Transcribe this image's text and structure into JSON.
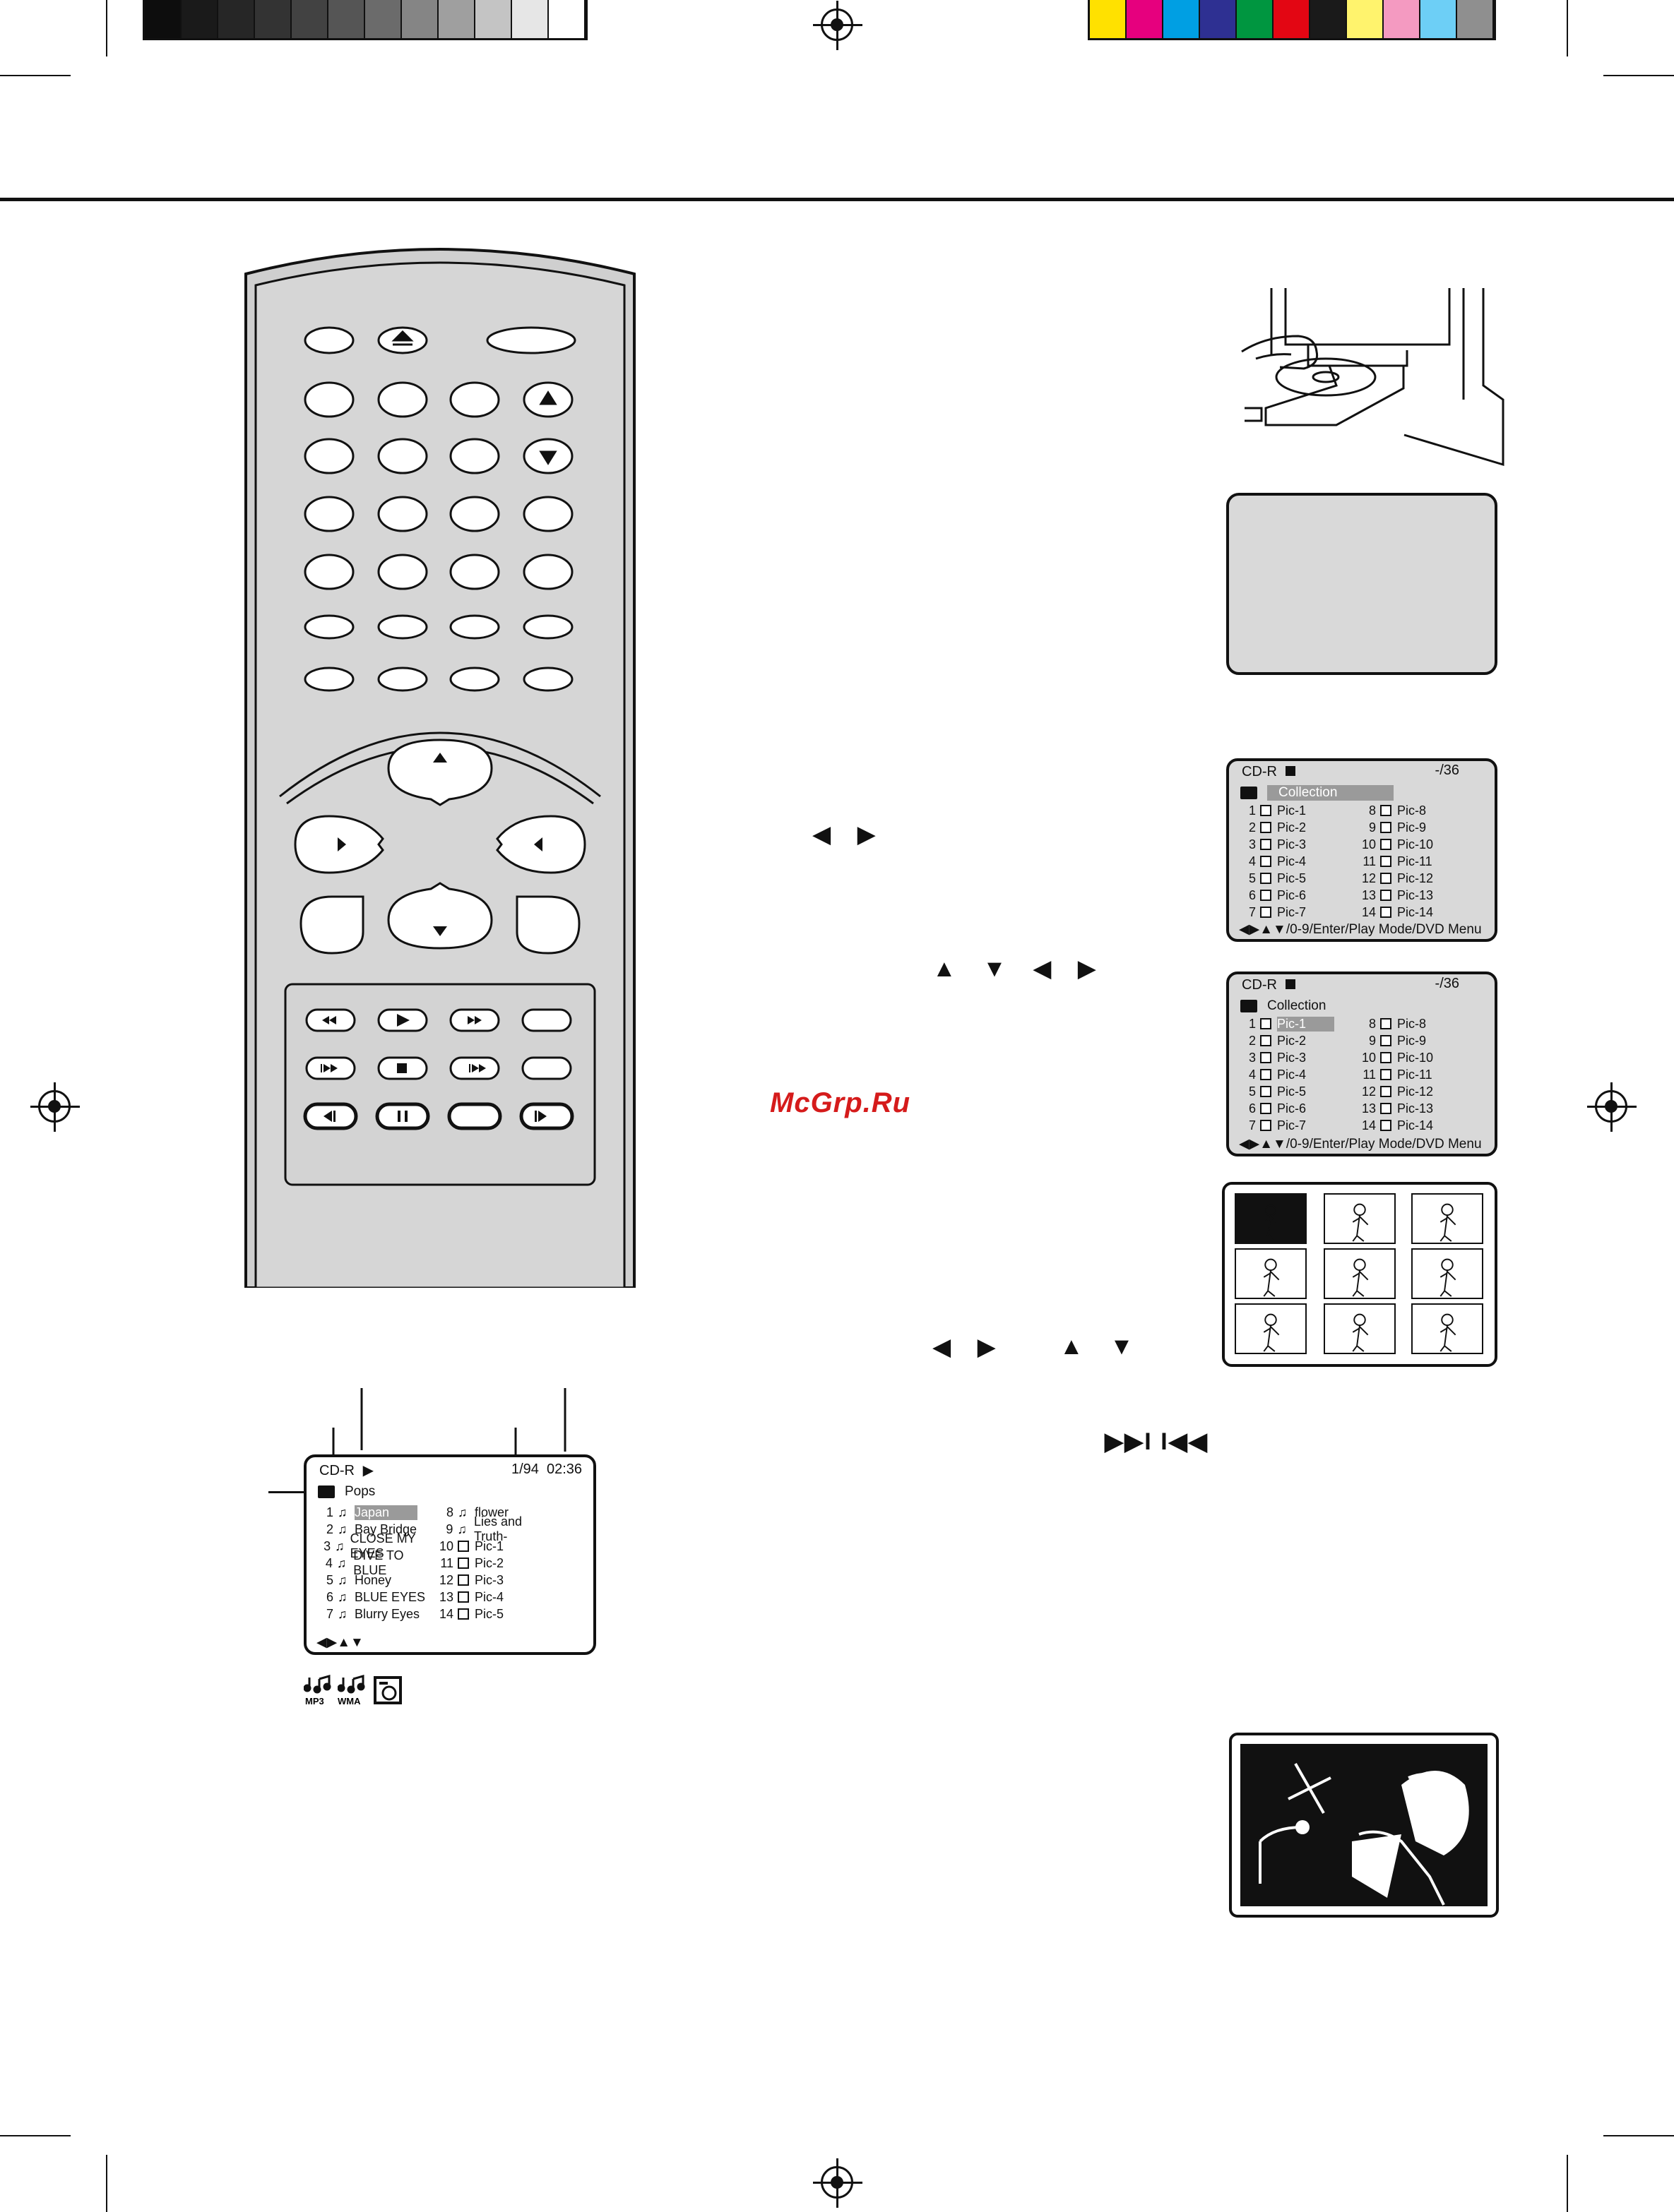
{
  "watermark": "McGrp.Ru",
  "colors": {
    "gray_bars": [
      "#0d0d0d",
      "#1a1a1a",
      "#262626",
      "#333333",
      "#424242",
      "#555555",
      "#6b6b6b",
      "#858585",
      "#9f9f9f",
      "#c4c4c4",
      "#e6e6e6",
      "#ffffff"
    ],
    "color_bars": [
      "#ffe100",
      "#e6007e",
      "#009fe3",
      "#2e3092",
      "#009640",
      "#e30613",
      "#1a1a1a",
      "#fff36d",
      "#f49ac1",
      "#6dcff6",
      "#8f8f8f"
    ],
    "screen_bg": "#d9d9d9",
    "highlight": "#9a9a9a",
    "watermark": "#d51b1b"
  },
  "screen_a": {
    "source": "CD-R",
    "count": "-/36",
    "folder": "Collection",
    "footer": "◀▶▲▼/0-9/Enter/Play Mode/DVD Menu",
    "left": [
      {
        "n": "1",
        "name": "Pic-1"
      },
      {
        "n": "2",
        "name": "Pic-2"
      },
      {
        "n": "3",
        "name": "Pic-3"
      },
      {
        "n": "4",
        "name": "Pic-4"
      },
      {
        "n": "5",
        "name": "Pic-5"
      },
      {
        "n": "6",
        "name": "Pic-6"
      },
      {
        "n": "7",
        "name": "Pic-7"
      }
    ],
    "right": [
      {
        "n": "8",
        "name": "Pic-8"
      },
      {
        "n": "9",
        "name": "Pic-9"
      },
      {
        "n": "10",
        "name": "Pic-10"
      },
      {
        "n": "11",
        "name": "Pic-11"
      },
      {
        "n": "12",
        "name": "Pic-12"
      },
      {
        "n": "13",
        "name": "Pic-13"
      },
      {
        "n": "14",
        "name": "Pic-14"
      }
    ]
  },
  "screen_b": {
    "source": "CD-R",
    "count": "-/36",
    "folder": "Collection",
    "footer": "◀▶▲▼/0-9/Enter/Play Mode/DVD Menu",
    "left": [
      {
        "n": "1",
        "name": "Pic-1"
      },
      {
        "n": "2",
        "name": "Pic-2"
      },
      {
        "n": "3",
        "name": "Pic-3"
      },
      {
        "n": "4",
        "name": "Pic-4"
      },
      {
        "n": "5",
        "name": "Pic-5"
      },
      {
        "n": "6",
        "name": "Pic-6"
      },
      {
        "n": "7",
        "name": "Pic-7"
      }
    ],
    "right": [
      {
        "n": "8",
        "name": "Pic-8"
      },
      {
        "n": "9",
        "name": "Pic-9"
      },
      {
        "n": "10",
        "name": "Pic-10"
      },
      {
        "n": "11",
        "name": "Pic-11"
      },
      {
        "n": "12",
        "name": "Pic-12"
      },
      {
        "n": "13",
        "name": "Pic-13"
      },
      {
        "n": "14",
        "name": "Pic-14"
      }
    ]
  },
  "screen_c": {
    "source": "CD-R",
    "play_icon": "▶",
    "track": "1/94",
    "time": "02:36",
    "folder": "Pops",
    "footer": "◀▶▲▼",
    "left": [
      {
        "n": "1",
        "name": "Japan",
        "icon": "mp3-icon"
      },
      {
        "n": "2",
        "name": "Bay Bridge",
        "icon": "mp3-icon"
      },
      {
        "n": "3",
        "name": "CLOSE MY EYES",
        "icon": "mp3-icon"
      },
      {
        "n": "4",
        "name": "DIVE TO BLUE",
        "icon": "mp3-icon"
      },
      {
        "n": "5",
        "name": "Honey",
        "icon": "mp3-icon"
      },
      {
        "n": "6",
        "name": "BLUE EYES",
        "icon": "wma-icon"
      },
      {
        "n": "7",
        "name": "Blurry Eyes",
        "icon": "wma-icon"
      }
    ],
    "right": [
      {
        "n": "8",
        "name": "flower",
        "icon": "mp3-icon"
      },
      {
        "n": "9",
        "name": "Lies and Truth-",
        "icon": "mp3-icon"
      },
      {
        "n": "10",
        "name": "Pic-1",
        "icon": "jpeg-icon"
      },
      {
        "n": "11",
        "name": "Pic-2",
        "icon": "jpeg-icon"
      },
      {
        "n": "12",
        "name": "Pic-3",
        "icon": "jpeg-icon"
      },
      {
        "n": "13",
        "name": "Pic-4",
        "icon": "jpeg-icon"
      },
      {
        "n": "14",
        "name": "Pic-5",
        "icon": "jpeg-icon"
      }
    ]
  },
  "arrow_hints": {
    "lr_a": "◀ ▶",
    "udlr": "▲ ▼ ◀ ▶",
    "lr_b": "◀ ▶",
    "ud_b": "▲ ▼",
    "skip": "▶▶I  I◀◀"
  }
}
